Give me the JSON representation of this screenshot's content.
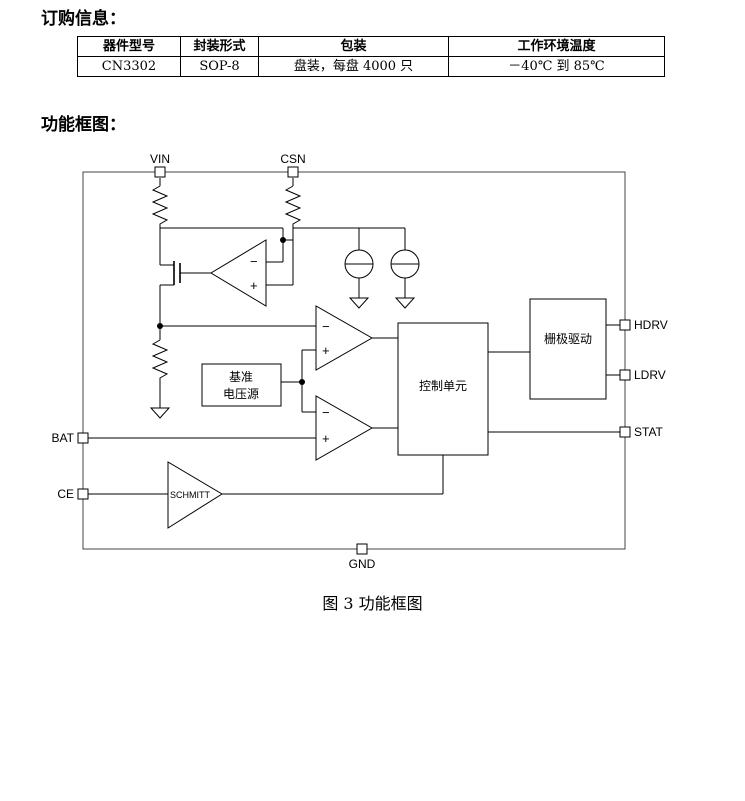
{
  "ordering": {
    "heading": "订购信息：",
    "columns": [
      "器件型号",
      "封装形式",
      "包装",
      "工作环境温度"
    ],
    "rows": [
      [
        "CN3302",
        "SOP-8",
        "盘装，每盘 4000 只",
        "－40℃ 到 85℃"
      ]
    ]
  },
  "block_diagram": {
    "heading": "功能框图：",
    "pins": {
      "vin": "VIN",
      "csn": "CSN",
      "hdrv": "HDRV",
      "ldrv": "LDRV",
      "stat": "STAT",
      "bat": "BAT",
      "ce": "CE",
      "gnd": "GND"
    },
    "blocks": {
      "reference_line1": "基准",
      "reference_line2": "电压源",
      "control_unit": "控制单元",
      "gate_driver": "栅极驱动",
      "schmitt": "SCHMITT"
    },
    "symbols": {
      "minus": "−",
      "plus": "+"
    },
    "caption": "图 3  功能框图"
  }
}
